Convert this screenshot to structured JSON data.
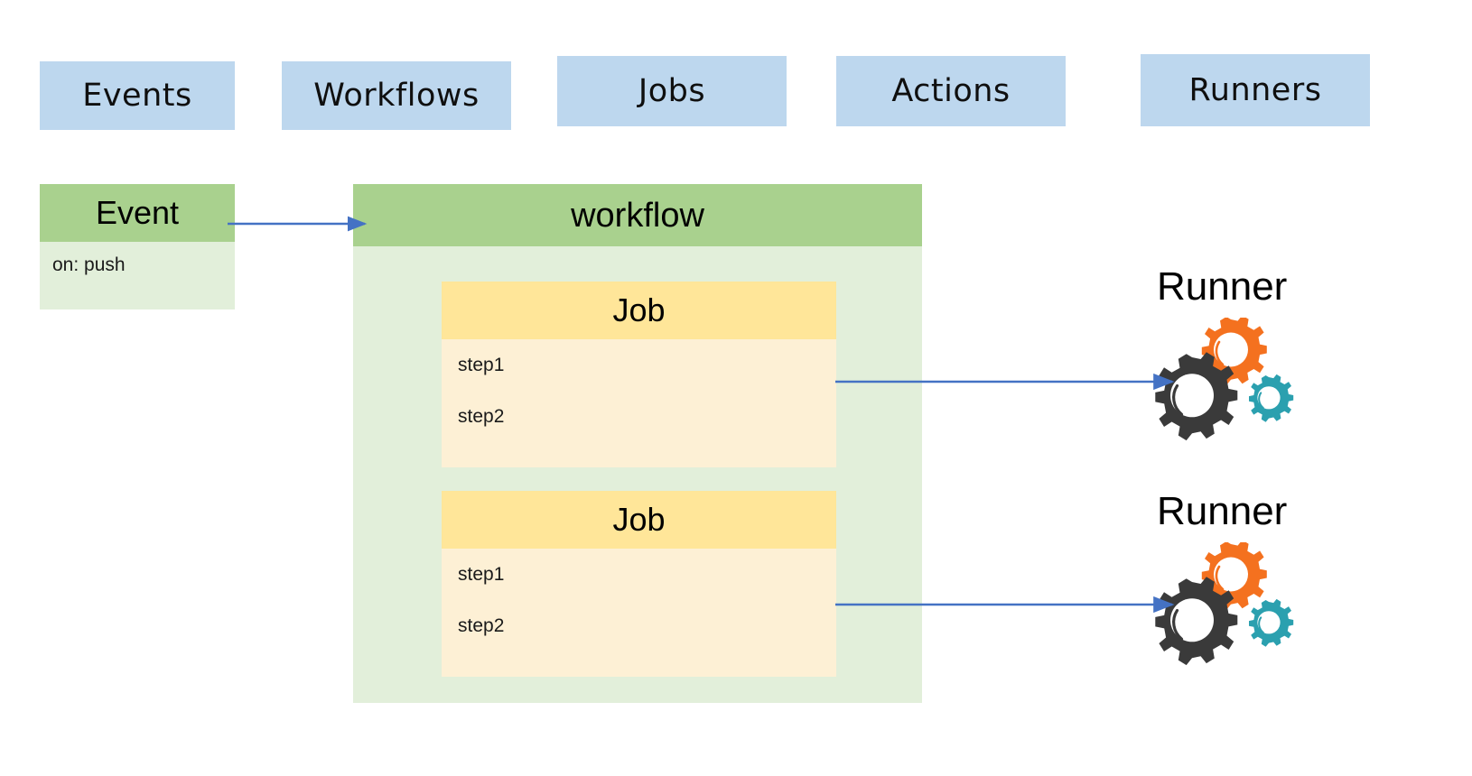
{
  "concept_tabs": [
    {
      "label": "Events",
      "name": "tab-events"
    },
    {
      "label": "Workflows",
      "name": "tab-workflows"
    },
    {
      "label": "Jobs",
      "name": "tab-jobs"
    },
    {
      "label": "Actions",
      "name": "tab-actions"
    },
    {
      "label": "Runners",
      "name": "tab-runners"
    }
  ],
  "event": {
    "title": "Event",
    "trigger": "on: push"
  },
  "workflow": {
    "title": "workflow",
    "jobs": [
      {
        "title": "Job",
        "steps": [
          "step1",
          "step2"
        ]
      },
      {
        "title": "Job",
        "steps": [
          "step1",
          "step2"
        ]
      }
    ]
  },
  "runners": [
    {
      "label": "Runner"
    },
    {
      "label": "Runner"
    }
  ],
  "colors": {
    "tab_fill": "#BDD7EE",
    "header_green": "#A9D18E",
    "body_green": "#E2EFDA",
    "job_header_yellow": "#FFE699",
    "job_body_yellow": "#FDF0D5",
    "arrow_blue": "#4472C4",
    "gear_orange": "#F4711F",
    "gear_dark": "#3A3A3A",
    "gear_teal": "#2BA0AF",
    "text": "#000000"
  }
}
